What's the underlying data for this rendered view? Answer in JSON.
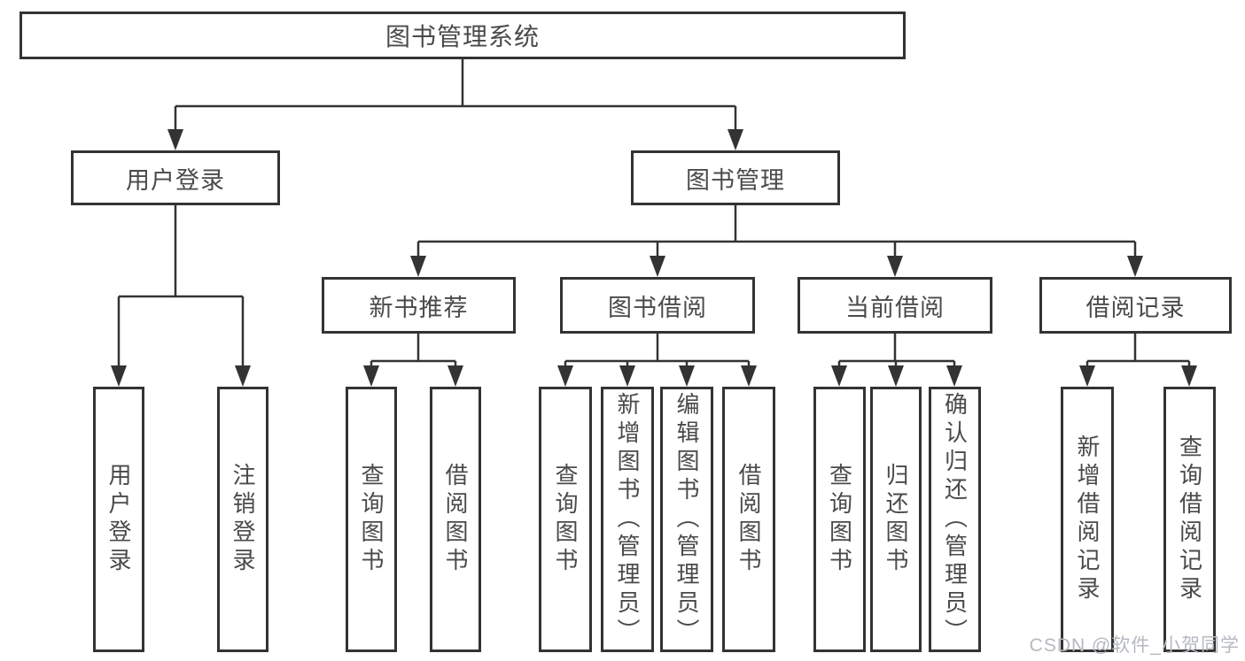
{
  "colors": {
    "line": "#333333",
    "box_border": "#333333",
    "text": "#4a4a4a",
    "watermark": "#b5b9c0",
    "background": "#ffffff"
  },
  "tree": {
    "root": {
      "label": "图书管理系统"
    },
    "branches": [
      {
        "label": "用户登录",
        "children": [
          {
            "label": "用户登录"
          },
          {
            "label": "注销登录"
          }
        ]
      },
      {
        "label": "图书管理",
        "sections": [
          {
            "label": "新书推荐",
            "children": [
              {
                "label": "查询图书"
              },
              {
                "label": "借阅图书"
              }
            ]
          },
          {
            "label": "图书借阅",
            "children": [
              {
                "label": "查询图书"
              },
              {
                "label": "新增图书（管理员）"
              },
              {
                "label": "编辑图书（管理员）"
              },
              {
                "label": "借阅图书"
              }
            ]
          },
          {
            "label": "当前借阅",
            "children": [
              {
                "label": "查询图书"
              },
              {
                "label": "归还图书"
              },
              {
                "label": "确认归还（管理员）"
              }
            ]
          },
          {
            "label": "借阅记录",
            "children": [
              {
                "label": "新增借阅记录"
              },
              {
                "label": "查询借阅记录"
              }
            ]
          }
        ]
      }
    ]
  },
  "watermark": "CSDN @软件_小贺同学"
}
